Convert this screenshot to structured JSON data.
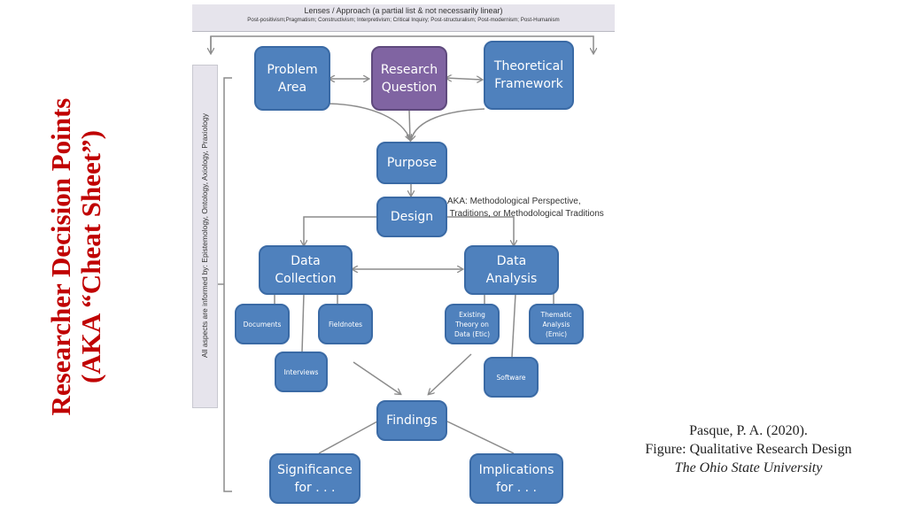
{
  "title": {
    "line1": "Researcher Decision Points",
    "line2": "(AKA “Cheat Sheet”)",
    "color": "#c00000"
  },
  "lenses": {
    "title": "Lenses / Approach (a partial list & not necessarily linear)",
    "list": "Post-positivism;Pragmatism; Constructivism; Interpretivism; Critical Inquiry; Post-structuralism; Post-modernism; Post-Humanism"
  },
  "side_note": "All aspects are informed by: Epistemology, Ontology, Axiology, Praxiology",
  "nodes": {
    "problem_area": "Problem\nArea",
    "research_question": "Research\nQuestion",
    "theoretical_framework": "Theoretical\nFramework",
    "purpose": "Purpose",
    "design": "Design",
    "data_collection": "Data\nCollection",
    "data_analysis": "Data\nAnalysis",
    "documents": "Documents",
    "fieldnotes": "Fieldnotes",
    "interviews": "Interviews",
    "existing_theory": "Existing\nTheory on\nData (Etic)",
    "thematic_analysis": "Thematic\nAnalysis\n(Emic)",
    "software": "Software",
    "findings": "Findings",
    "significance": "Significance\nfor . . .",
    "implications": "Implications\nfor . . ."
  },
  "design_note": "AKA: Methodological Perspective,\n Traditions, or Methodological Traditions",
  "colors": {
    "node_blue": "#4f81bd",
    "node_purple": "#8064a2",
    "connector": "#8c8c8c"
  },
  "citation": {
    "author": "Pasque, P. A. (2020).",
    "figure": "Figure: Qualitative Research Design",
    "institution": "The Ohio State University"
  }
}
